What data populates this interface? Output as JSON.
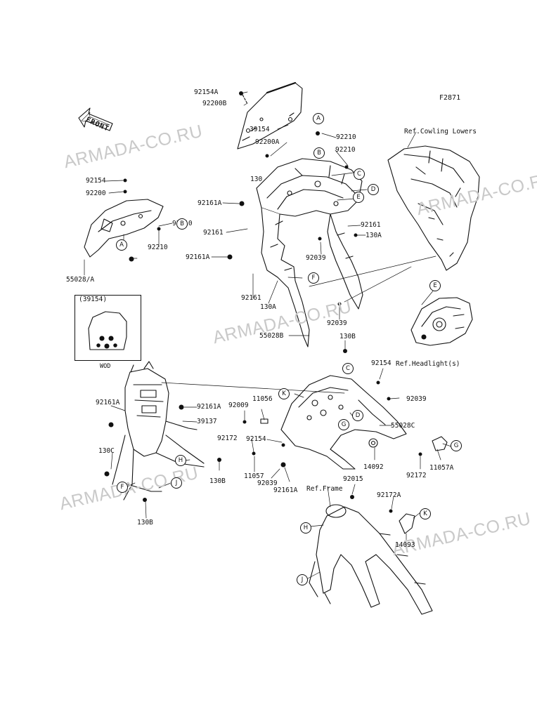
{
  "figure_code": "F2871",
  "front_indicator": "FRONT",
  "watermark_text": "ARMADA-CO.RU",
  "inset": {
    "title": "(39154)",
    "caption": "WOD"
  },
  "references": {
    "cowling_lowers": "Ref.Cowling Lowers",
    "headlight": "Ref.Headlight(s)",
    "frame": "Ref.Frame"
  },
  "part_labels": [
    "92154A",
    "92200B",
    "39154",
    "92200A",
    "92210",
    "92210",
    "130",
    "92161A",
    "92161",
    "92161A",
    "92161",
    "130A",
    "92161",
    "130A",
    "92039",
    "92039",
    "55028B",
    "130B",
    "92154",
    "92154",
    "92200",
    "92210",
    "92210",
    "55028/A",
    "92161A",
    "92161A",
    "39137",
    "130C",
    "130B",
    "130B",
    "92009",
    "11056",
    "92154",
    "92172",
    "11057",
    "92039",
    "92161A",
    "92039",
    "55028C",
    "14092",
    "92172",
    "11057A",
    "92015",
    "92172A",
    "14093"
  ],
  "callouts": [
    "A",
    "B",
    "C",
    "D",
    "E",
    "F",
    "A",
    "B",
    "E",
    "C",
    "K",
    "G",
    "D",
    "H",
    "F",
    "J",
    "G",
    "H",
    "K",
    "J"
  ]
}
